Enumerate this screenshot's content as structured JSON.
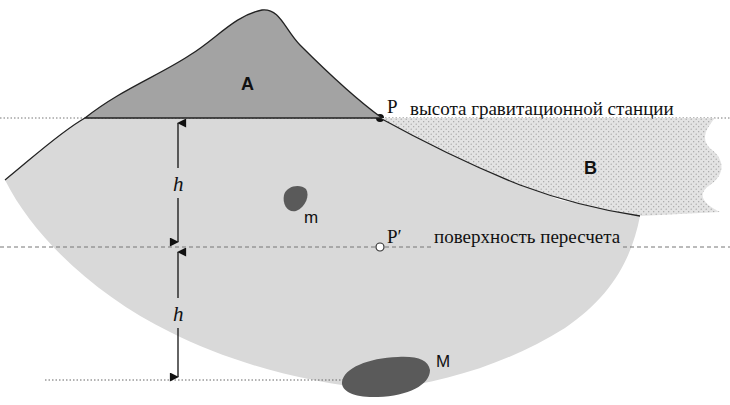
{
  "diagram": {
    "nodes": [
      {
        "text": [
          "A"
        ]
      },
      {
        "text": [
          "B"
        ]
      },
      {
        "text": [
          "m"
        ]
      },
      {
        "text": [
          "M"
        ]
      }
    ],
    "labels": [
      "P",
      "высота гравитационной станции",
      "h",
      "h",
      "P′",
      "поверхность пересчета"
    ]
  }
}
